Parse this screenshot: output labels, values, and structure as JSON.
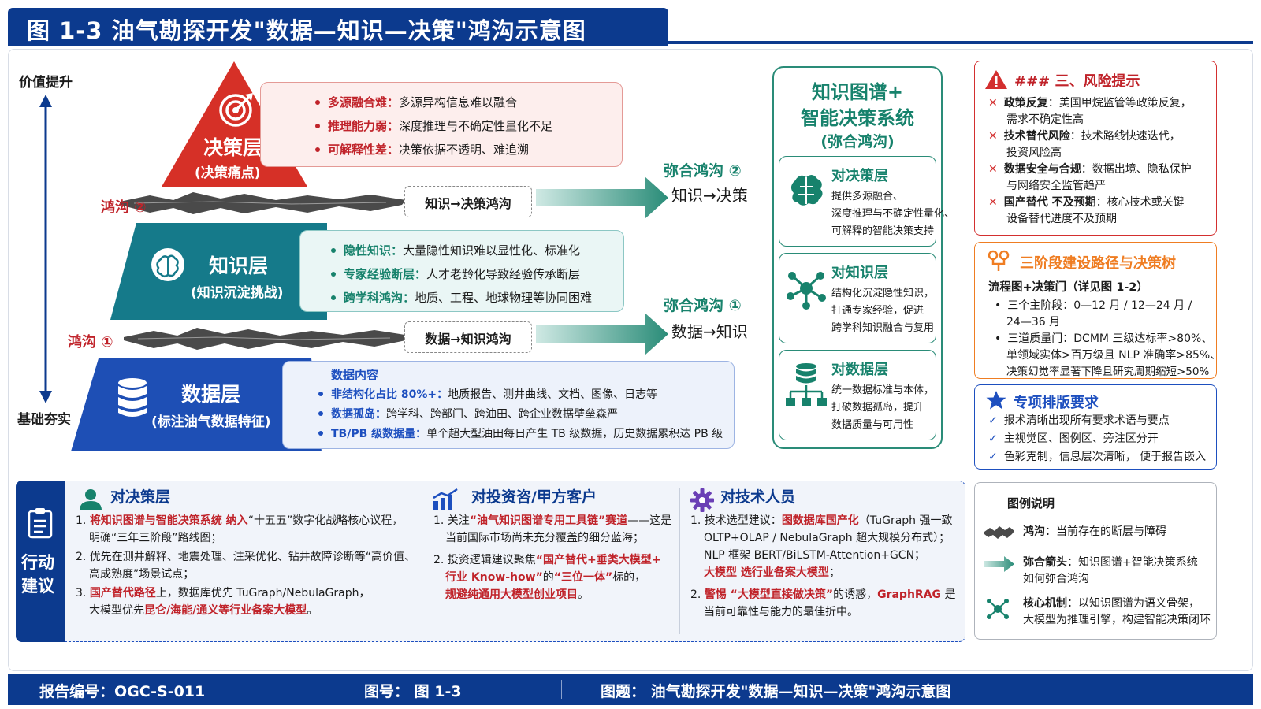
{
  "title": "图 1-3  油气勘探开发\"数据—知识—决策\"鸿沟示意图",
  "axis": {
    "top": "价值提升",
    "bottom": "基础夯实"
  },
  "colors": {
    "navy": "#0c3a8e",
    "red": "#c0232a",
    "teal": "#17826c",
    "orange": "#ef7d22",
    "decision_bg": "#d63027",
    "knowledge_bg": "#157a8a",
    "data_bg": "#1e4fb5"
  },
  "layers": {
    "decision": {
      "name": "决策层",
      "sub": "(决策痛点)",
      "icon": "target-icon",
      "items": [
        {
          "k": "多源融合难",
          "v": "多源异构信息难以融合"
        },
        {
          "k": "推理能力弱",
          "v": "深度推理与不确定性量化不足"
        },
        {
          "k": "可解释性差",
          "v": "决策依据不透明、难追溯"
        }
      ]
    },
    "knowledge": {
      "name": "知识层",
      "sub": "(知识沉淀挑战)",
      "icon": "brain-icon",
      "items": [
        {
          "k": "隐性知识",
          "v": "大量隐性知识难以显性化、标准化"
        },
        {
          "k": "专家经验断层",
          "v": "人才老龄化导致经验传承断层"
        },
        {
          "k": "跨学科鸿沟",
          "v": "地质、工程、地球物理等协同困难"
        }
      ]
    },
    "data": {
      "name": "数据层",
      "sub": "(标注油气数据特征)",
      "icon": "database-icon",
      "heading": "数据内容",
      "items": [
        {
          "k": "非结构化占比 80%+",
          "v": "地质报告、测井曲线、文档、图像、日志等"
        },
        {
          "k": "数据孤岛",
          "v": "跨学科、跨部门、跨油田、跨企业数据壁垒森严"
        },
        {
          "k": "TB/PB 级数据量",
          "v": "单个超大型油田每日产生 TB 级数据，历史数据累积达 PB 级"
        }
      ]
    }
  },
  "gaps": {
    "gap2": {
      "label": "鸿沟 ②",
      "box": "知识→决策鸿沟",
      "bridge_title": "弥合鸿沟 ②",
      "bridge_sub": "知识→决策"
    },
    "gap1": {
      "label": "鸿沟 ①",
      "box": "数据→知识鸿沟",
      "bridge_title": "弥合鸿沟 ①",
      "bridge_sub": "数据→知识"
    }
  },
  "system": {
    "title1": "知识图谱+",
    "title2": "智能决策系统",
    "sub": "(弥合鸿沟)",
    "cards": [
      {
        "h": "对决策层",
        "icon": "brain-icon",
        "d": [
          "提供多源融合、",
          "深度推理与不确定性量化、",
          "可解释的智能决策支持"
        ]
      },
      {
        "h": "对知识层",
        "icon": "network-icon",
        "d": [
          "结构化沉淀隐性知识，",
          "打通专家经验，促进",
          "跨学科知识融合与复用"
        ]
      },
      {
        "h": "对数据层",
        "icon": "database-tree-icon",
        "d": [
          "统一数据标准与本体，",
          "打破数据孤岛，提升",
          "数据质量与可用性"
        ]
      }
    ]
  },
  "risk": {
    "title": "### 三、风险提示",
    "items": [
      {
        "k": "政策反复",
        "v1": "：美国甲烷监管等政策反复，",
        "v2": "需求不确定性高"
      },
      {
        "k": "技术替代风险",
        "v1": "：技术路线快速迭代，",
        "v2": "投资风险高"
      },
      {
        "k": "数据安全与合规",
        "v1": "：数据出境、隐私保护",
        "v2": "与网络安全监管趋严"
      },
      {
        "k": "国产替代 不及预期",
        "v1": "：核心技术或关键",
        "v2": "设备替代进度不及预期"
      }
    ]
  },
  "path": {
    "title": "三阶段建设路径与决策树",
    "heading": "流程图+决策门（详见图 1-2）",
    "items": [
      [
        "三个主阶段：0—12 月 / 12—24 月 /",
        "24—36 月"
      ],
      [
        "三道质量门：DCMM 三级达标率>80%、",
        "单领域实体>百万级且 NLP 准确率>85%、",
        "决策幻觉率显著下降且研究周期缩短>50%"
      ]
    ]
  },
  "req": {
    "title": "专项排版要求",
    "items": [
      "报术清晰出现所有要求术语与要点",
      "主视觉区、图例区、旁注区分开",
      "色彩克制，信息层次清晰，   便于报告嵌入"
    ]
  },
  "legend": {
    "title": "图例说明",
    "items": [
      {
        "k": "鸿沟",
        "v": [
          "：当前存在的断层与障碍"
        ]
      },
      {
        "k": "弥合箭头",
        "v": [
          "：知识图谱+智能决策系统",
          "如何弥合鸿沟"
        ]
      },
      {
        "k": "核心机制",
        "v": [
          "：以知识图谱为语义骨架，",
          "大模型为推理引擎，构建智能决策闭环"
        ]
      }
    ]
  },
  "actions": {
    "side": [
      "行动",
      "建议"
    ],
    "col1": {
      "title": "对决策层",
      "l1a": "1. ",
      "l1b": "将知识图谱与智能决策系统 纳入",
      "l1c": "“十五五”数字化战略核心议程，",
      "l1d": "明确“三年三阶段”路线图；",
      "l2a": "2. 优先在测井解释、地震处理、注采优化、钻井故障诊断等“高价值、",
      "l2b": "高成熟度”场景试点；",
      "l3a": "3. ",
      "l3b": "国产替代路径",
      "l3c": "上，数据库优先 TuGraph/NebulaGraph，",
      "l3d": "大模型优先",
      "l3e": "昆仑/海能/通义等行业备案大模型",
      "l3f": "。"
    },
    "col2": {
      "title": "对投资咨/甲方客户",
      "l1a": "1. 关注",
      "l1b": "“油气知识图谱专用工具链”赛道",
      "l1c": "——这是",
      "l1d": "当前国际市场尚未充分覆盖的细分蓝海；",
      "l2a": "2. 投资逻辑建议聚焦",
      "l2b": "“国产替代+垂类大模型+",
      "l2c": "行业 Know-how”",
      "l2d": "的",
      "l2e": "“三位一体”",
      "l2f": "标的，",
      "l2g": "规避纯通用大模型创业项目",
      "l2h": "。"
    },
    "col3": {
      "title": "对技术人员",
      "l1a": "1. 技术选型建议：",
      "l1b": "图数据库国产化",
      "l1c": "（TuGraph 强一致",
      "l1d": "OLTP+OLAP / NebulaGraph 超大规模分布式）；",
      "l1e": "NLP 框架 BERT/BiLSTM-Attention+GCN；",
      "l1f": "大模型 选行业备案大模型",
      "l1g": "；",
      "l2a": "2. ",
      "l2b": "警惕 “大模型直接做决策”",
      "l2c": "的诱惑，",
      "l2d": "GraphRAG",
      "l2e": " 是",
      "l2f": "当前可靠性与能力的最佳折中。"
    }
  },
  "footer": {
    "report": "报告编号：OGC-S-011",
    "fig": "图号：  图 1-3",
    "caption": "图题：  油气勘探开发\"数据—知识—决策\"鸿沟示意图"
  }
}
